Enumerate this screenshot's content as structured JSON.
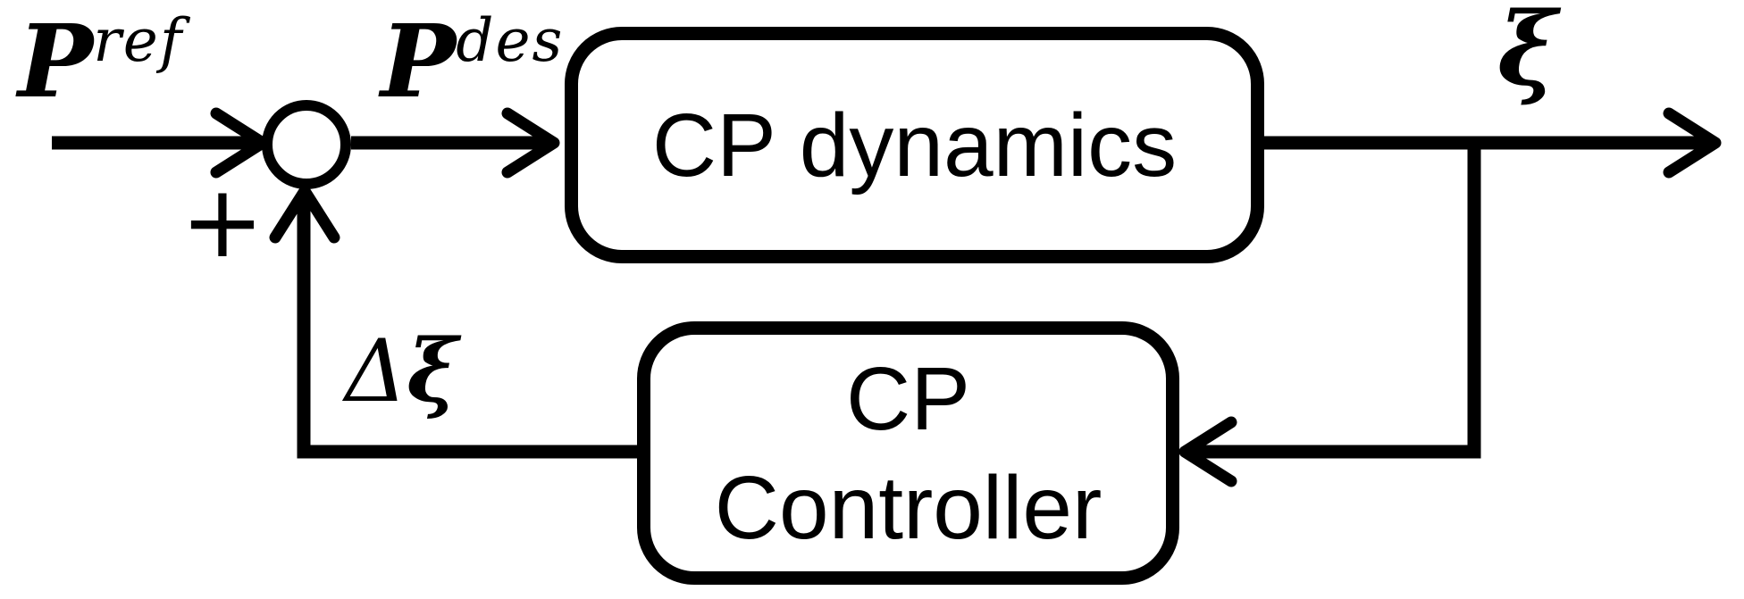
{
  "diagram": {
    "colors": {
      "line": "#000000",
      "background": "#ffffff"
    },
    "blocks": [
      {
        "id": "cp-dynamics",
        "label": "CP dynamics"
      },
      {
        "id": "cp-controller",
        "label_line1": "CP",
        "label_line2": "Controller"
      }
    ],
    "labels": {
      "input_base": "P",
      "input_sup": "ref",
      "desired_base": "P",
      "desired_sup": "des",
      "output": "ξ",
      "feedback_delta": "Δ",
      "feedback_xi": "ξ",
      "sum_sign": "+"
    }
  }
}
